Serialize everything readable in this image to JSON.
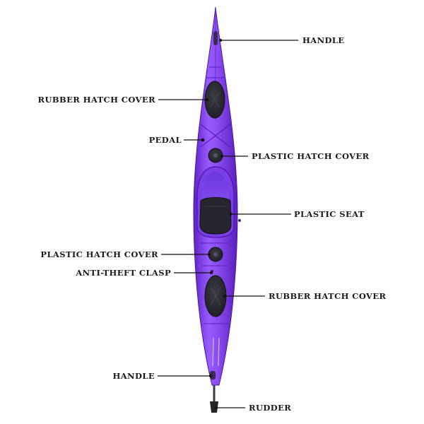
{
  "colors": {
    "hull": "#8c4cf0",
    "hull_light": "#b98bff",
    "hull_dark": "#5e22c4",
    "hatch": "#2b2b33",
    "text": "#1a1a1a"
  },
  "labels": {
    "handle_bow": "HANDLE",
    "rubber_hatch_front": "RUBBER HATCH COVER",
    "pedal": "PEDAL",
    "plastic_hatch_front": "PLASTIC HATCH COVER",
    "plastic_seat": "PLASTIC SEAT",
    "plastic_hatch_rear": "PLASTIC HATCH COVER",
    "anti_theft_clasp": "ANTI-THEFT CLASP",
    "rubber_hatch_rear": "RUBBER HATCH COVER",
    "handle_stern": "HANDLE",
    "rudder": "RUDDER"
  }
}
